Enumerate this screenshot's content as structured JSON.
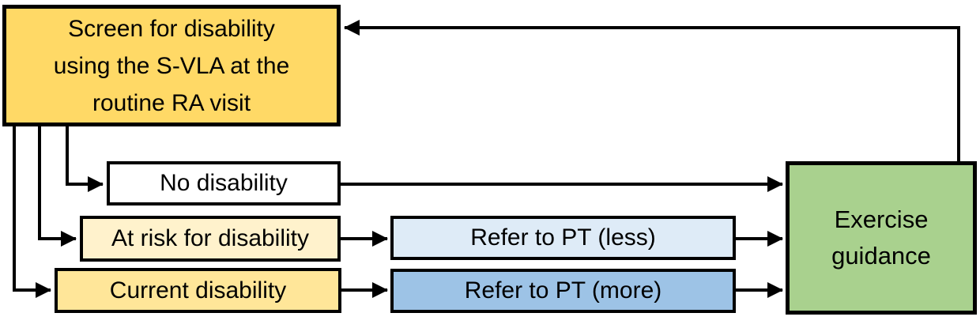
{
  "diagram": {
    "type": "flowchart",
    "nodes": {
      "screen": {
        "label": "Screen for disability using the S-VLA at the routine RA visit",
        "fill": "#FFD966"
      },
      "no_disability": {
        "label": "No disability",
        "fill": "#FFFFFF"
      },
      "at_risk": {
        "label": "At risk for disability",
        "fill": "#FFF2CC"
      },
      "current_disability": {
        "label": "Current disability",
        "fill": "#FFE699"
      },
      "refer_pt_less": {
        "label": "Refer to PT (less)",
        "fill": "#DEEBF7"
      },
      "refer_pt_more": {
        "label": "Refer to PT (more)",
        "fill": "#9DC3E6"
      },
      "exercise_guidance": {
        "label": "Exercise guidance",
        "fill": "#A9D18E"
      }
    },
    "edges": [
      {
        "from": "screen",
        "to": "no_disability"
      },
      {
        "from": "screen",
        "to": "at_risk"
      },
      {
        "from": "screen",
        "to": "current_disability"
      },
      {
        "from": "no_disability",
        "to": "exercise_guidance"
      },
      {
        "from": "at_risk",
        "to": "refer_pt_less"
      },
      {
        "from": "refer_pt_less",
        "to": "exercise_guidance"
      },
      {
        "from": "current_disability",
        "to": "refer_pt_more"
      },
      {
        "from": "refer_pt_more",
        "to": "exercise_guidance"
      },
      {
        "from": "exercise_guidance",
        "to": "screen"
      }
    ],
    "line_color": "#000000",
    "border_color": "#000000",
    "text_color": "#000000"
  }
}
